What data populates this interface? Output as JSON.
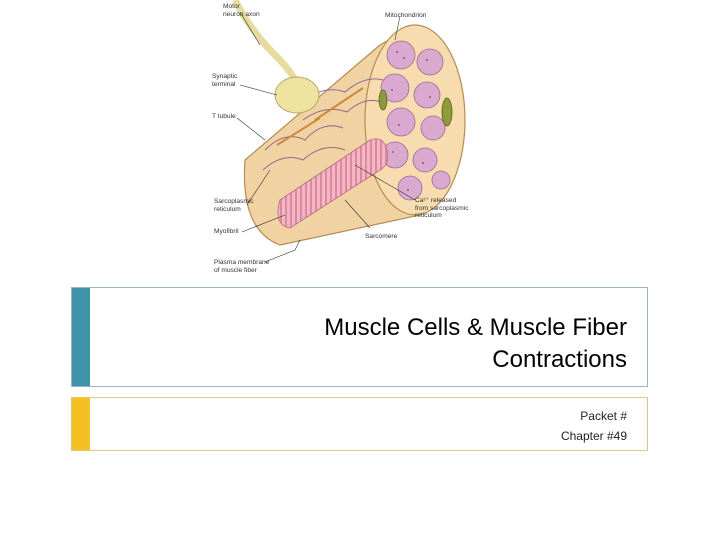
{
  "figure": {
    "labels": {
      "motor_neuron_axon": "Motor\nneuron axon",
      "mitochondrion": "Mitochondrion",
      "synaptic_terminal": "Synaptic\nterminal",
      "t_tubule": "T tubule",
      "sarcoplasmic_reticulum": "Sarcoplasmic\nreticulum",
      "ca_released": "Ca²⁺ released\nfrom sarcoplasmic\nreticulum",
      "myofibril": "Myofibril",
      "sarcomere": "Sarcomere",
      "plasma_membrane": "Plasma membrane\nof muscle fiber"
    }
  },
  "title": {
    "line1": "Muscle Cells & Muscle Fiber",
    "line2": "Contractions"
  },
  "subtitle": {
    "line1": "Packet #",
    "line2": "Chapter #49"
  },
  "colors": {
    "title_accent": "#3f93a8",
    "subtitle_accent": "#f5c024"
  }
}
